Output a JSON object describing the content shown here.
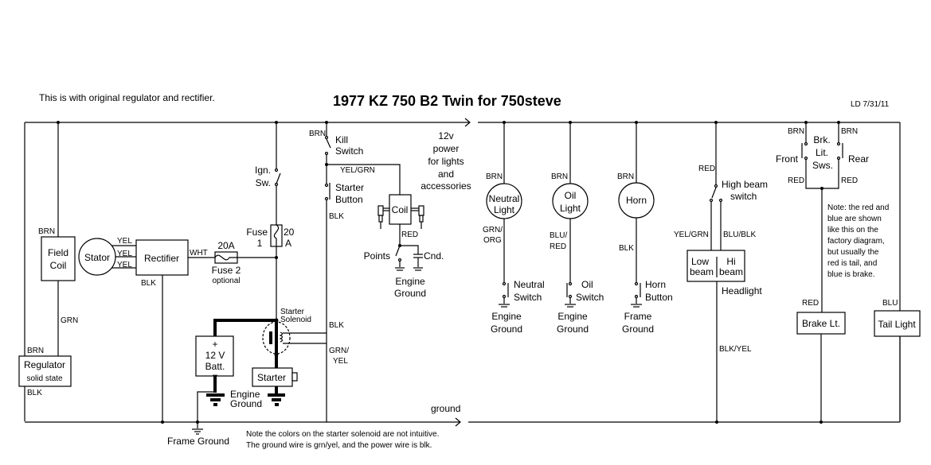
{
  "header": {
    "title": "1977 KZ 750 B2 Twin for 750steve",
    "note_top_left": "This is with original regulator and rectifier.",
    "author_date": "LD 7/31/11"
  },
  "rails": {
    "power_label": [
      "12v",
      "power",
      "for lights",
      "and",
      "accessories"
    ],
    "ground_label": "ground"
  },
  "charging": {
    "field_coil": [
      "Field",
      "Coil"
    ],
    "stator": "Stator",
    "rectifier": "Rectifier",
    "regulator": "Regulator",
    "regulator_sub": "solid state",
    "wires": {
      "brn_top": "BRN",
      "grn": "GRN",
      "brn_reg": "BRN",
      "blk_reg": "BLK",
      "yel1": "YEL",
      "yel2": "YEL",
      "yel3": "YEL",
      "wht": "WHT",
      "blk_rect": "BLK"
    },
    "fuse2": {
      "rating": "20A",
      "label": "Fuse 2",
      "sub": "optional"
    },
    "fuse1": {
      "label": [
        "Fuse",
        "1"
      ],
      "rating": [
        "20",
        "A"
      ]
    }
  },
  "ignition": {
    "ign_switch": [
      "Ign.",
      "Sw."
    ],
    "kill_switch": [
      "Kill",
      "Switch"
    ],
    "starter_button": [
      "Starter",
      "Button"
    ],
    "coil": "Coil",
    "points": "Points",
    "condenser": "Cnd.",
    "engine_ground": [
      "Engine",
      "Ground"
    ],
    "wires": {
      "brn": "BRN",
      "yel_grn": "YEL/GRN",
      "blk": "BLK",
      "red": "RED",
      "blk2": "BLK",
      "grn_yel": [
        "GRN/",
        "YEL"
      ]
    }
  },
  "starting": {
    "solenoid": [
      "Starter",
      "Solenoid"
    ],
    "battery": {
      "plus": "+",
      "voltage": "12 V",
      "label": "Batt.",
      "minus": "−"
    },
    "starter": "Starter",
    "engine_ground": [
      "Engine",
      "Ground"
    ],
    "frame_ground": "Frame Ground",
    "note": [
      "Note the colors on the starter solenoid are not intuitive.",
      "The ground wire is grn/yel, and the power wire is blk."
    ]
  },
  "indicators": [
    {
      "name": [
        "Neutral",
        "Light"
      ],
      "top_wire": "BRN",
      "bottom_wire": [
        "GRN/",
        "ORG"
      ],
      "switch": [
        "Neutral",
        "Switch"
      ],
      "ground": [
        "Engine",
        "Ground"
      ]
    },
    {
      "name": [
        "Oil",
        "Light"
      ],
      "top_wire": "BRN",
      "bottom_wire": [
        "BLU/",
        "RED"
      ],
      "switch": [
        "Oil",
        "Switch"
      ],
      "ground": [
        "Engine",
        "Ground"
      ]
    },
    {
      "name": [
        "Horn"
      ],
      "top_wire": "BRN",
      "bottom_wire": [
        "BLK"
      ],
      "switch": [
        "Horn",
        "Button"
      ],
      "ground": [
        "Frame",
        "Ground"
      ]
    }
  ],
  "headlight": {
    "red": "RED",
    "switch": [
      "High beam",
      "switch"
    ],
    "yel_grn": "YEL/GRN",
    "blu_blk": "BLU/BLK",
    "low": [
      "Low",
      "beam"
    ],
    "hi": [
      "Hi",
      "beam"
    ],
    "label": "Headlight",
    "blk_yel": "BLK/YEL"
  },
  "brake": {
    "switches": [
      "Brk.",
      "Lit.",
      "Sws."
    ],
    "front": "Front",
    "rear": "Rear",
    "brn_l": "BRN",
    "brn_r": "BRN",
    "red_l": "RED",
    "red_r": "RED",
    "note": [
      "Note: the red and",
      "blue are shown",
      "like this on the",
      "factory diagram,",
      "but usually the",
      "red is tail, and",
      "blue is brake."
    ],
    "brake_light": "Brake Lt.",
    "red_bl": "RED",
    "tail_light": "Tail Light",
    "blu": "BLU"
  }
}
